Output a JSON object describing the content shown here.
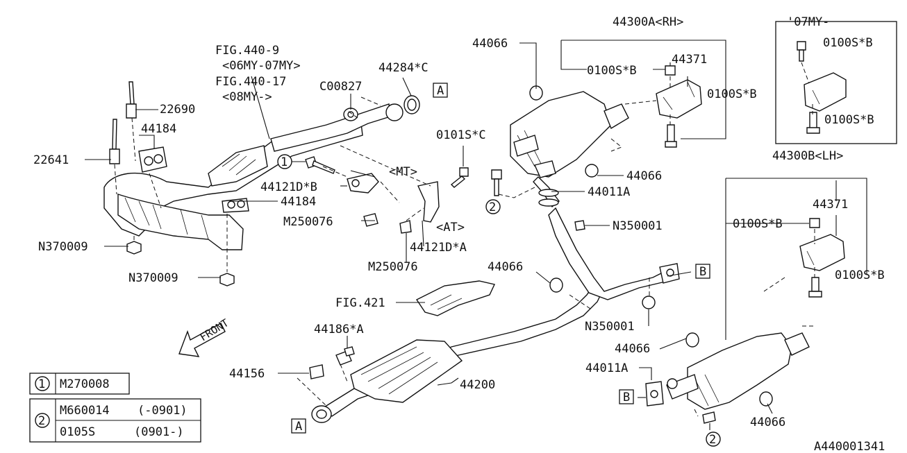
{
  "labels": {
    "l22690": "22690",
    "l22641": "22641",
    "l44184a": "44184",
    "l44184b": "44184",
    "fig440_9": "FIG.440-9",
    "my0607": "<06MY-07MY>",
    "fig440_17": "FIG.440-17",
    "my08": "<08MY->",
    "c00827": "C00827",
    "l44284": "44284*C",
    "l44121b": "44121D*B",
    "mt": "<MT>",
    "at": "<AT>",
    "l0101s": "0101S*C",
    "m250076a": "M250076",
    "m250076b": "M250076",
    "l44121a": "44121D*A",
    "n370009a": "N370009",
    "n370009b": "N370009",
    "fig421": "FIG.421",
    "l44186": "44186*A",
    "l44156": "44156",
    "l44200": "44200",
    "l44066a": "44066",
    "l44066b": "44066",
    "l44066c": "44066",
    "l44066d": "44066",
    "l44066e": "44066",
    "l44300a": "44300A<RH>",
    "l0100a": "0100S*B",
    "l0100b": "0100S*B",
    "l44371a": "44371",
    "l44011a": "44011A",
    "n350001a": "N350001",
    "n350001b": "N350001",
    "my07": "'07MY-",
    "l0100c": "0100S*B",
    "l0100d": "0100S*B",
    "l44300b": "44300B<LH>",
    "l0100e": "0100S*B",
    "l44371b": "44371",
    "l0100f": "0100S*B",
    "l44011b": "44011A",
    "diagram_id": "A440001341"
  },
  "markers": {
    "one": "1",
    "two": "2",
    "two_b": "2",
    "two_c": "2",
    "one_b": "1",
    "boxA1": "A",
    "boxA2": "A",
    "boxB1": "B",
    "boxB2": "B"
  },
  "front_label": "FRONT",
  "legend": {
    "row1": {
      "num": "1",
      "part": "M270008"
    },
    "row2": {
      "num": "2",
      "part_a": "M660014",
      "range_a": "(-0901)",
      "part_b": "0105S",
      "range_b": "(0901-)"
    }
  }
}
